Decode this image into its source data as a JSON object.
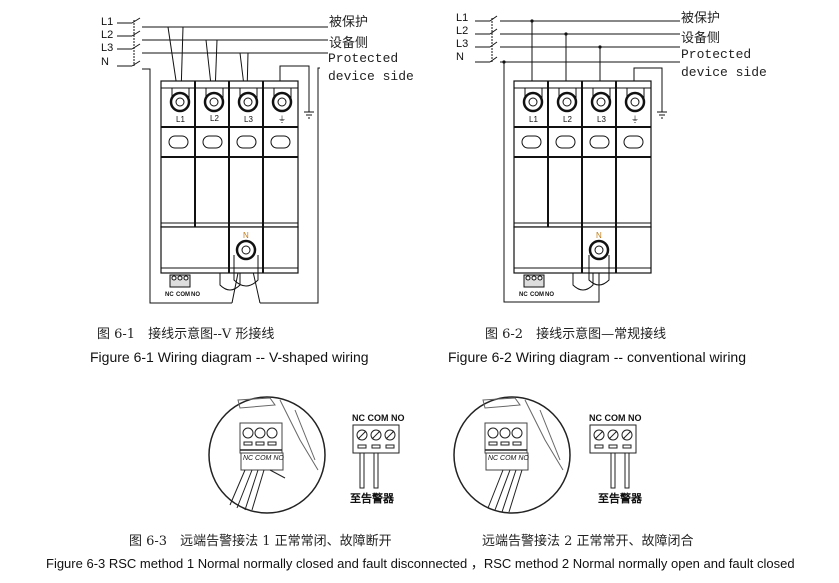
{
  "figure1": {
    "lines": [
      "L1",
      "L2",
      "L3",
      "N"
    ],
    "protected_cn_1": "被保护",
    "protected_cn_2": "设备侧",
    "protected_en_1": "Protected",
    "protected_en_2": "device side",
    "terminals": [
      "L1",
      "L2",
      "L3",
      "⏚"
    ],
    "neutral_label": "N",
    "remote_labels": [
      "NC",
      "COM",
      "NO"
    ],
    "caption_cn": "图 6-1　接线示意图--V 形接线",
    "caption_en": "Figure 6-1 Wiring diagram -- V-shaped wiring"
  },
  "figure2": {
    "lines": [
      "L1",
      "L2",
      "L3",
      "N"
    ],
    "protected_cn_1": "被保护",
    "protected_cn_2": "设备侧",
    "protected_en_1": "Protected",
    "protected_en_2": "device side",
    "terminals": [
      "L1",
      "L2",
      "L3",
      "⏚"
    ],
    "neutral_label": "N",
    "remote_labels": [
      "NC",
      "COM",
      "NO"
    ],
    "caption_cn": "图 6-2　接线示意图—常规接线",
    "caption_en": "Figure 6-2 Wiring diagram -- conventional wiring"
  },
  "figure3": {
    "method1": {
      "closeup_labels": "NC COM NO",
      "terminal_header": "NC COM NO",
      "alarm_label": "至告警器",
      "caption_cn": "图 6-3　远端告警接法 1  正常常闭、故障断开"
    },
    "method2": {
      "closeup_labels": "NC COM NO",
      "terminal_header": "NC COM NO",
      "alarm_label": "至告警器",
      "caption_cn": "远端告警接法 2  正常常开、故障闭合"
    },
    "caption_en": "Figure 6-3 RSC method 1 Normal normally closed and fault disconnected ，RSC method 2 Normal normally open and fault closed"
  }
}
